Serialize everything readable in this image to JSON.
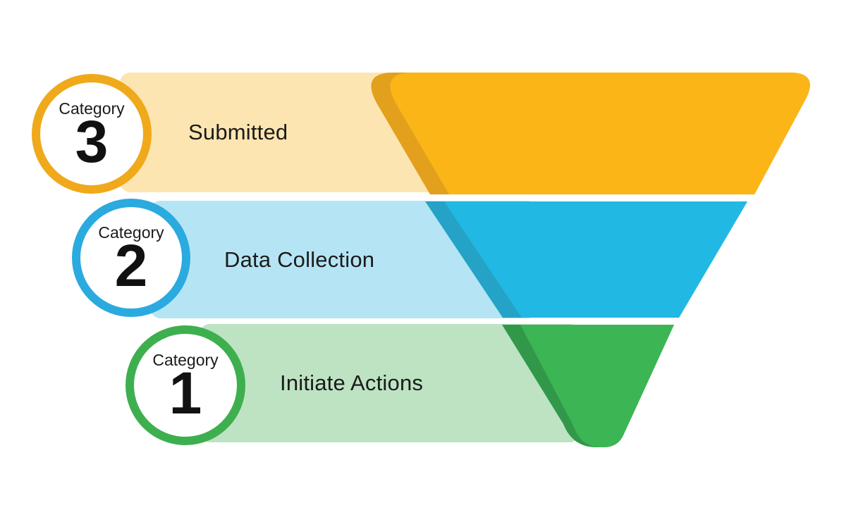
{
  "diagram": {
    "type": "funnel",
    "background_color": "#ffffff",
    "text_color": "#1b1b1b",
    "tiers": [
      {
        "position": "top",
        "badge": {
          "label": "Category",
          "number": "3"
        },
        "label": "Submitted",
        "colors": {
          "band": "#FDE5B1",
          "funnel": "#FBB517",
          "bevel": "#E2A01D",
          "ring": "#EFA91B"
        }
      },
      {
        "position": "middle",
        "badge": {
          "label": "Category",
          "number": "2"
        },
        "label": "Data Collection",
        "colors": {
          "band": "#B5E5F5",
          "funnel": "#22B8E4",
          "bevel": "#24A3C6",
          "ring": "#2BAADF"
        }
      },
      {
        "position": "bottom",
        "badge": {
          "label": "Category",
          "number": "1"
        },
        "label": "Initiate Actions",
        "colors": {
          "band": "#BDE3C3",
          "funnel": "#3CB554",
          "bevel": "#31984A",
          "ring": "#3EAF4E"
        }
      }
    ]
  }
}
